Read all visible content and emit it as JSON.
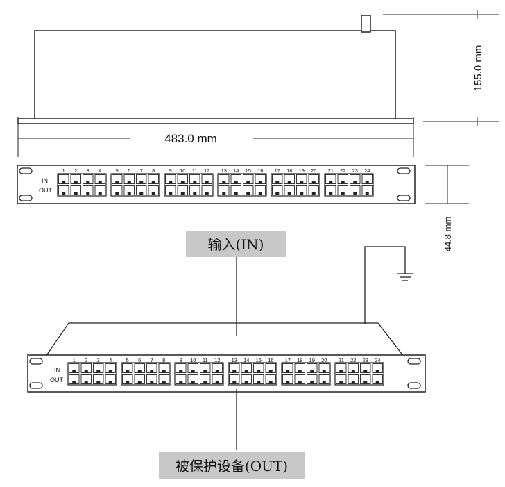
{
  "dimensions": {
    "width_label": "483.0 mm",
    "height_label": "155.0 mm",
    "panel_height_label": "44.8 mm"
  },
  "panel": {
    "row_in_label": "IN",
    "row_out_label": "OUT",
    "port_numbers": [
      "1",
      "2",
      "3",
      "4",
      "5",
      "6",
      "7",
      "8",
      "9",
      "10",
      "11",
      "12",
      "13",
      "14",
      "15",
      "16",
      "17",
      "18",
      "19",
      "20",
      "21",
      "22",
      "23",
      "24"
    ]
  },
  "callouts": {
    "input_label": "输入(IN)",
    "output_label": "被保护设备(OUT)"
  },
  "colors": {
    "line": "#222222",
    "label_box": "#c8c8c8"
  }
}
